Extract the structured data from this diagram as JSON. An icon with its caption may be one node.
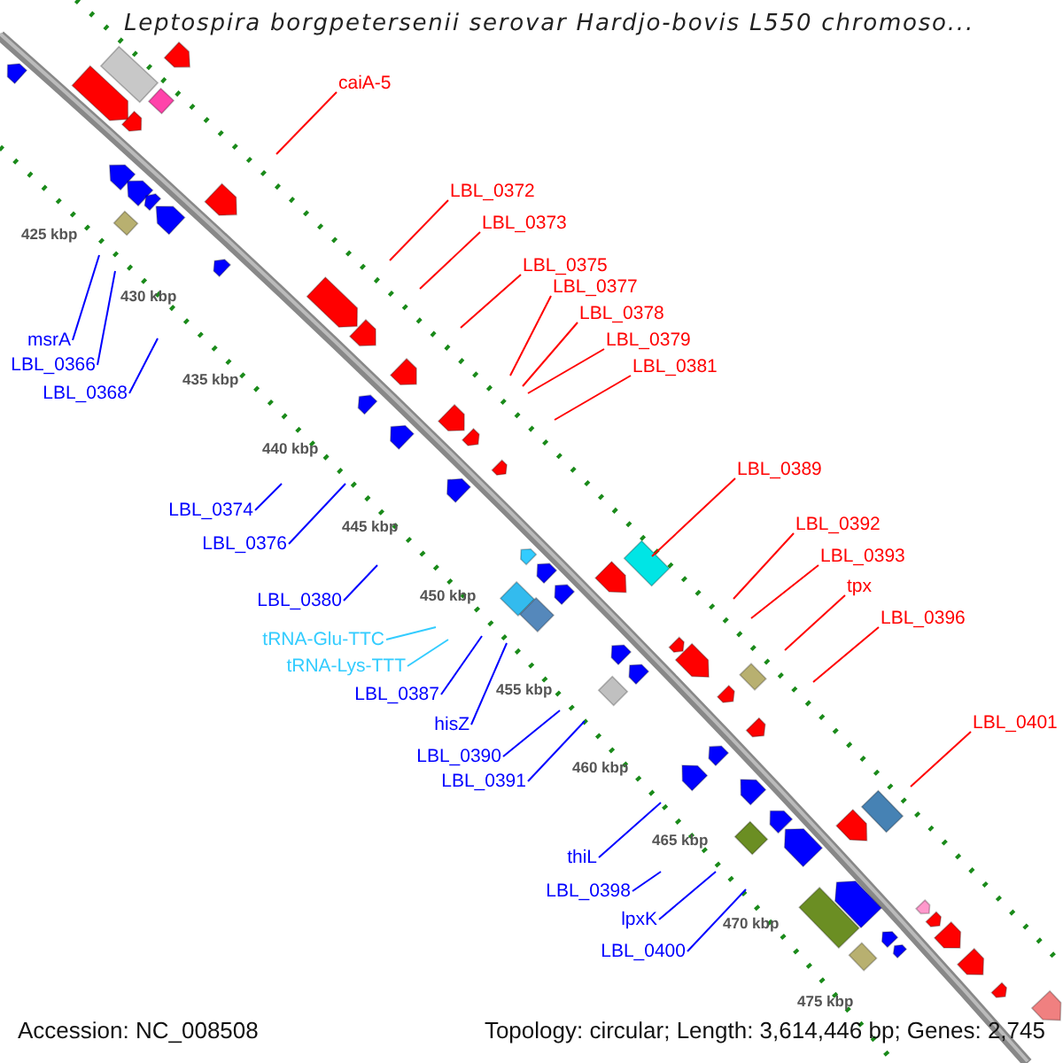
{
  "diagram": {
    "title": "Leptospira borgpetersenii serovar Hardjo-bovis L550 chromoso...",
    "nodes": [
      {
        "text": [
          "caiA-5"
        ]
      },
      {
        "text": [
          "LBL_0372"
        ]
      },
      {
        "text": [
          "LBL_0373"
        ]
      },
      {
        "text": [
          "LBL_0375"
        ]
      },
      {
        "text": [
          "LBL_0377"
        ]
      },
      {
        "text": [
          "LBL_0378"
        ]
      },
      {
        "text": [
          "msrA"
        ]
      },
      {
        "text": [
          "LBL_0379"
        ]
      },
      {
        "text": [
          "LBL_0366"
        ]
      },
      {
        "text": [
          "LBL_0381"
        ]
      },
      {
        "text": [
          "LBL_0368"
        ]
      },
      {
        "text": [
          "LBL_0389"
        ]
      },
      {
        "text": [
          "LBL_0374"
        ]
      },
      {
        "text": [
          "LBL_0392"
        ]
      },
      {
        "text": [
          "LBL_0376"
        ]
      },
      {
        "text": [
          "LBL_0393"
        ]
      },
      {
        "text": [
          "tpx"
        ]
      },
      {
        "text": [
          "LBL_0380"
        ]
      },
      {
        "text": [
          "LBL_0396"
        ]
      },
      {
        "text": [
          "tRNA-Glu-TTC"
        ]
      },
      {
        "text": [
          "tRNA-Lys-TTT"
        ]
      },
      {
        "text": [
          "LBL_0387"
        ]
      },
      {
        "text": [
          "LBL_0401"
        ]
      },
      {
        "text": [
          "hisZ"
        ]
      },
      {
        "text": [
          "LBL_0390"
        ]
      },
      {
        "text": [
          "LBL_0391"
        ]
      },
      {
        "text": [
          "thiL"
        ]
      },
      {
        "text": [
          "LBL_0398"
        ]
      },
      {
        "text": [
          "lpxK"
        ]
      },
      {
        "text": [
          "LBL_0400"
        ]
      }
    ],
    "edges": [
      {
        "from": 0,
        "to": null,
        "arrow": "none",
        "color": "#ff0000"
      },
      {
        "from": 1,
        "to": null,
        "arrow": "none",
        "color": "#ff0000"
      },
      {
        "from": 2,
        "to": null,
        "arrow": "none",
        "color": "#ff0000"
      },
      {
        "from": 3,
        "to": null,
        "arrow": "none",
        "color": "#ff0000"
      },
      {
        "from": 4,
        "to": null,
        "arrow": "none",
        "color": "#ff0000"
      },
      {
        "from": 5,
        "to": null,
        "arrow": "none",
        "color": "#ff0000"
      },
      {
        "from": 6,
        "to": null,
        "arrow": "none",
        "color": "#0000ff"
      },
      {
        "from": 7,
        "to": null,
        "arrow": "none",
        "color": "#ff0000"
      },
      {
        "from": 8,
        "to": null,
        "arrow": "none",
        "color": "#0000ff"
      },
      {
        "from": 9,
        "to": null,
        "arrow": "none",
        "color": "#ff0000"
      },
      {
        "from": 10,
        "to": null,
        "arrow": "none",
        "color": "#0000ff"
      },
      {
        "from": 11,
        "to": null,
        "arrow": "none",
        "color": "#ff0000"
      },
      {
        "from": 12,
        "to": null,
        "arrow": "none",
        "color": "#0000ff"
      },
      {
        "from": 13,
        "to": null,
        "arrow": "none",
        "color": "#ff0000"
      },
      {
        "from": 14,
        "to": null,
        "arrow": "none",
        "color": "#0000ff"
      },
      {
        "from": 15,
        "to": null,
        "arrow": "none",
        "color": "#ff0000"
      },
      {
        "from": 16,
        "to": null,
        "arrow": "none",
        "color": "#ff0000"
      },
      {
        "from": 17,
        "to": null,
        "arrow": "none",
        "color": "#0000ff"
      },
      {
        "from": 18,
        "to": null,
        "arrow": "none",
        "color": "#ff0000"
      },
      {
        "from": 19,
        "to": null,
        "arrow": "none",
        "color": "#33ccff"
      },
      {
        "from": 20,
        "to": null,
        "arrow": "none",
        "color": "#33ccff"
      },
      {
        "from": 21,
        "to": null,
        "arrow": "none",
        "color": "#0000ff"
      },
      {
        "from": 22,
        "to": null,
        "arrow": "none",
        "color": "#ff0000"
      },
      {
        "from": 23,
        "to": null,
        "arrow": "none",
        "color": "#0000ff"
      },
      {
        "from": 24,
        "to": null,
        "arrow": "none",
        "color": "#0000ff"
      },
      {
        "from": 25,
        "to": null,
        "arrow": "none",
        "color": "#0000ff"
      },
      {
        "from": 26,
        "to": null,
        "arrow": "none",
        "color": "#0000ff"
      },
      {
        "from": 27,
        "to": null,
        "arrow": "none",
        "color": "#0000ff"
      },
      {
        "from": 28,
        "to": null,
        "arrow": "none",
        "color": "#0000ff"
      },
      {
        "from": 29,
        "to": null,
        "arrow": "none",
        "color": "#0000ff"
      }
    ],
    "labels": [
      "425 kbp",
      "430 kbp",
      "435 kbp",
      "440 kbp",
      "445 kbp",
      "450 kbp",
      "455 kbp",
      "460 kbp",
      "465 kbp",
      "470 kbp",
      "475 kbp",
      "Accession: NC_008508",
      "Topology: circular; Length: 3,614,446 bp; Genes: 2,745"
    ]
  }
}
